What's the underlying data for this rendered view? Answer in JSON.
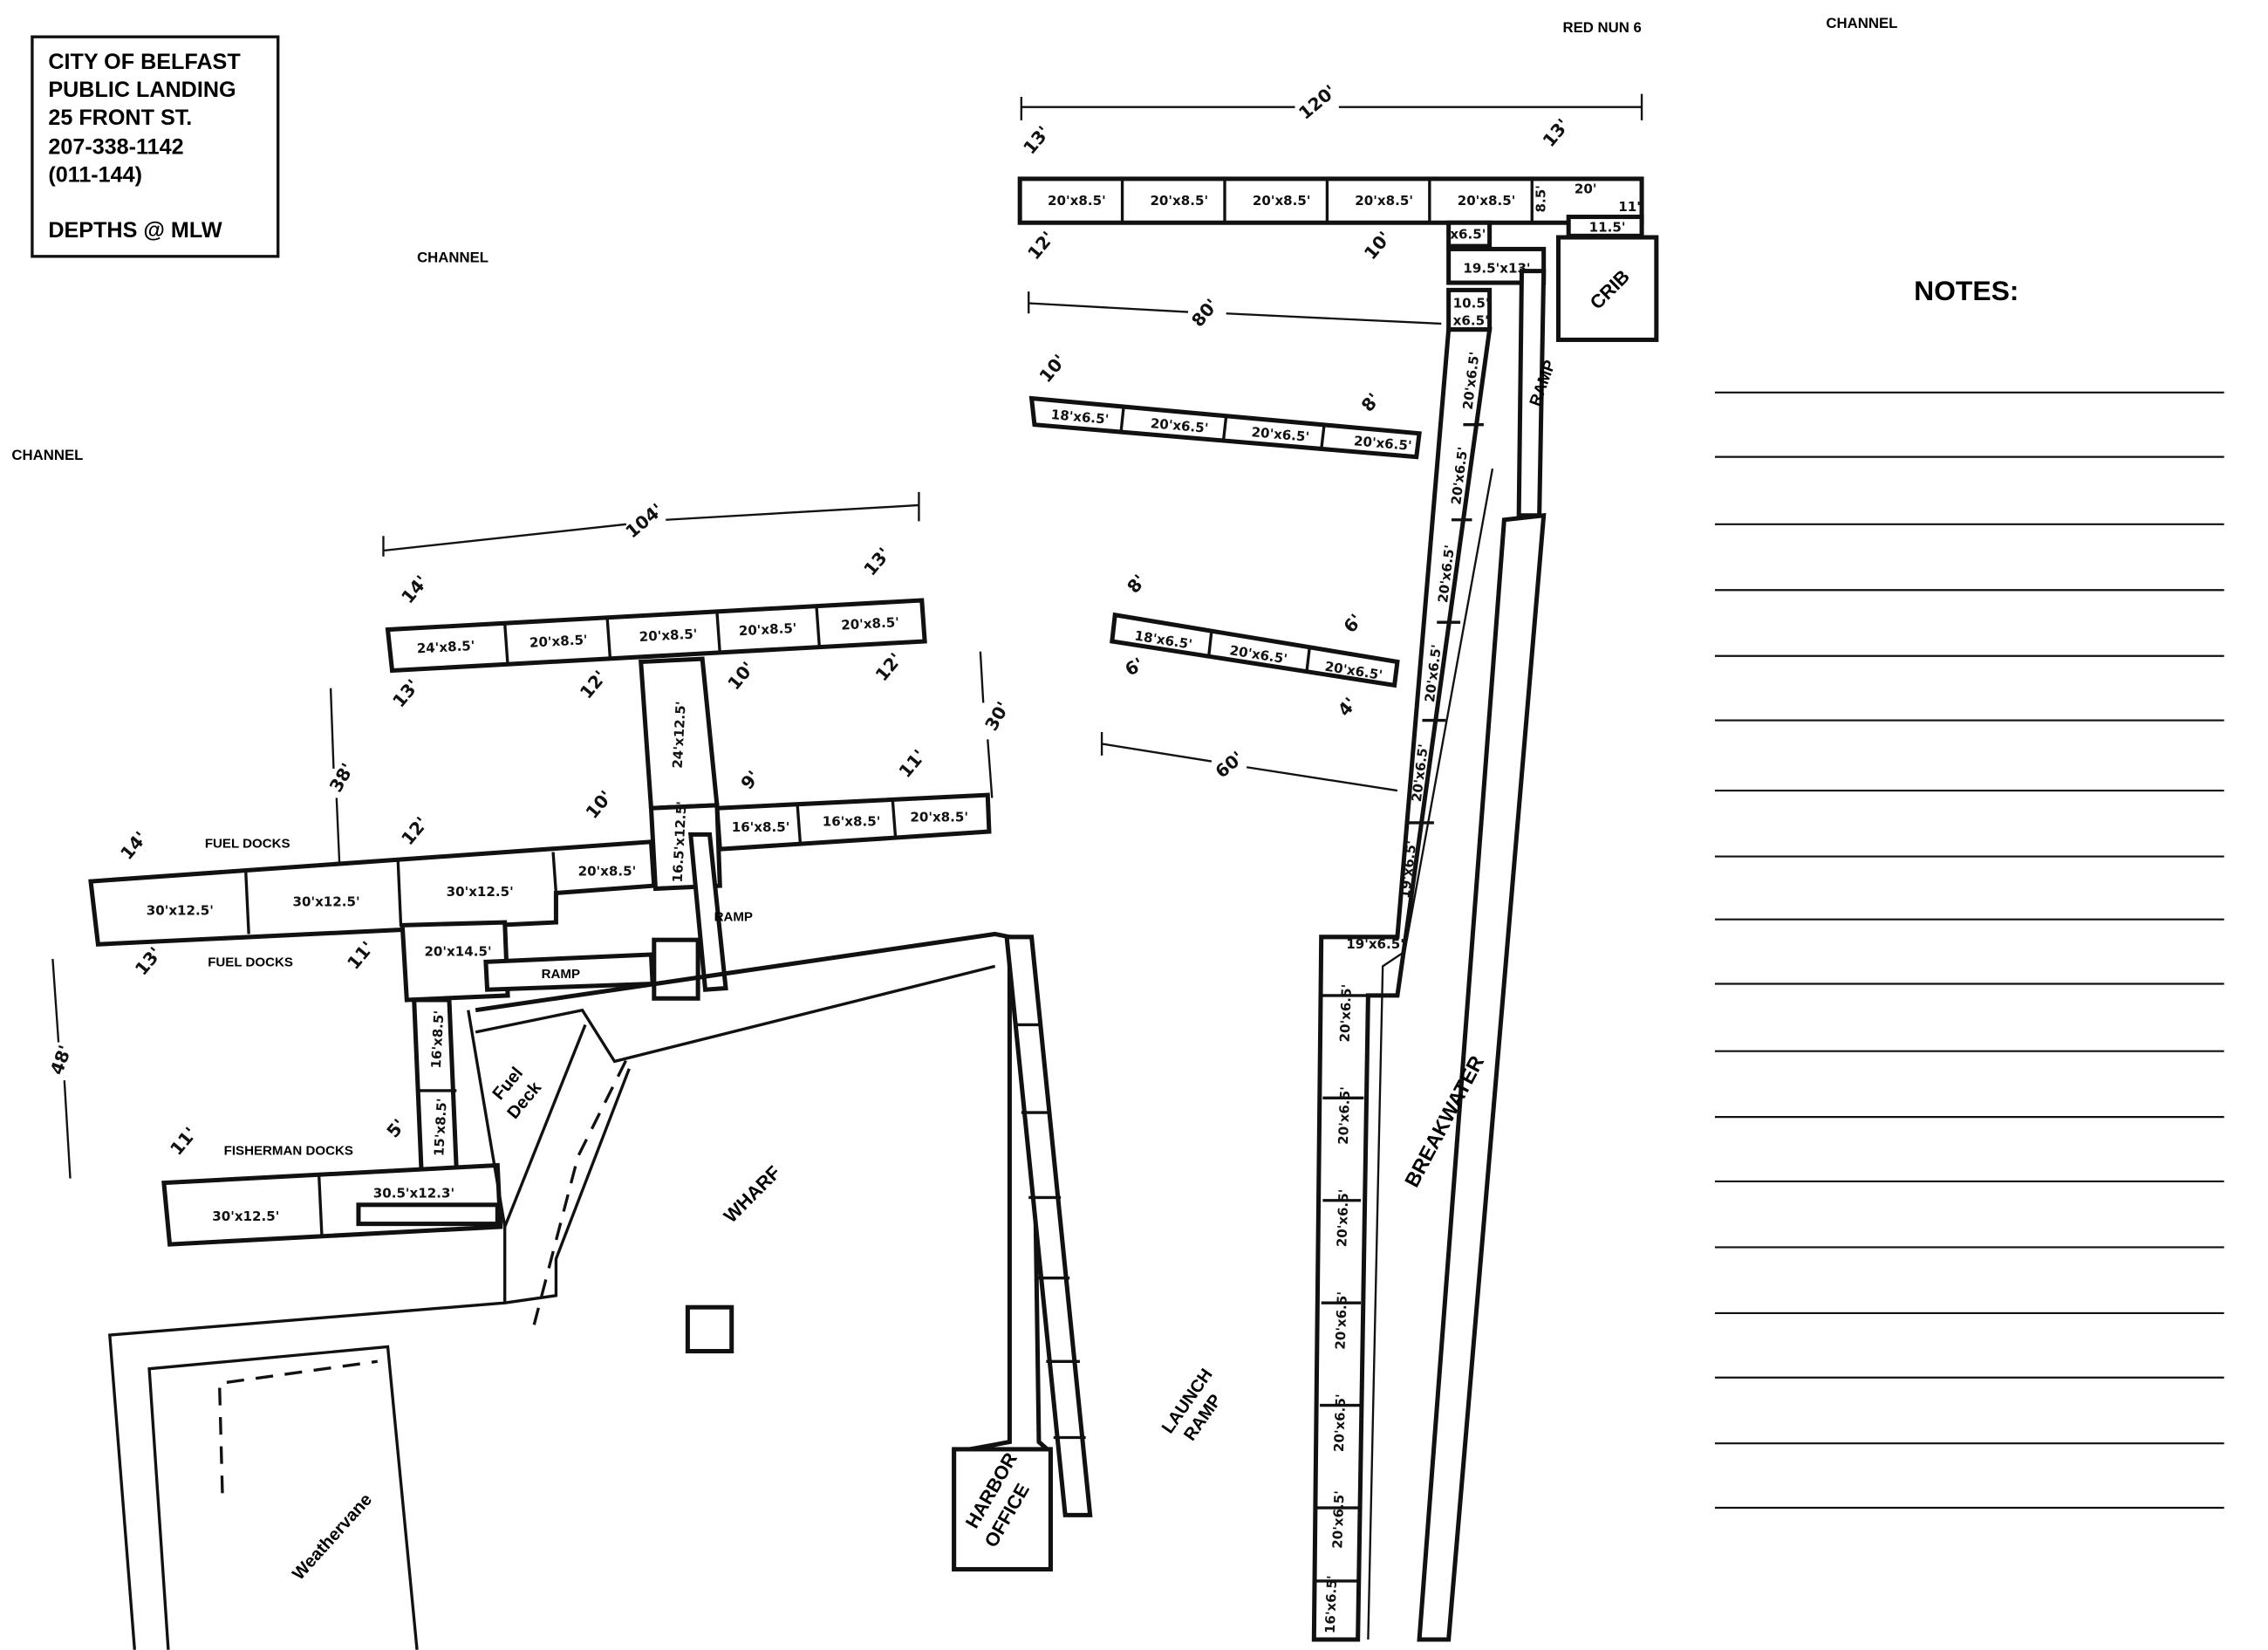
{
  "info_box": {
    "line1": "CITY OF BELFAST",
    "line2": "PUBLIC LANDING",
    "line3": "25 FRONT ST.",
    "line4": "207-338-1142",
    "line5": "(011-144)",
    "line6": "DEPTHS @ MLW"
  },
  "labels": {
    "channel_top": "CHANNEL",
    "channel_left": "CHANNEL",
    "channel_right": "CHANNEL",
    "red_nun": "RED NUN 6",
    "notes": "NOTES:",
    "crib": "CRIB",
    "ramp_right": "RAMP",
    "breakwater": "BREAKWATER",
    "launch_ramp_1": "LAUNCH",
    "launch_ramp_2": "RAMP",
    "harbor_office_1": "HARBOR",
    "harbor_office_2": "OFFICE",
    "wharf": "WHARF",
    "fuel_deck_1": "Fuel",
    "fuel_deck_2": "Deck",
    "weathervane": "Weathervane",
    "fuel_docks_top": "FUEL DOCKS",
    "fuel_docks_bottom": "FUEL DOCKS",
    "fisherman_docks": "FISHERMAN DOCKS",
    "ramp_vertical": "RAMP",
    "ramp_horizontal": "RAMP"
  },
  "dimensions": {
    "d120": "120'",
    "d80": "80'",
    "d60": "60'",
    "d104": "104'",
    "d30": "30'",
    "d38": "38'",
    "d48": "48'"
  },
  "depths": {
    "tr_13a": "13'",
    "tr_13b": "13'",
    "tr_12": "12'",
    "tr_10": "10'",
    "m_10": "10'",
    "m_8": "8'",
    "l_8": "8'",
    "l_6a": "6'",
    "l_6b": "6'",
    "l_4": "4'",
    "t_14": "14'",
    "t_13a": "13'",
    "t_13b": "13'",
    "t_12a": "12'",
    "t_10": "10'",
    "t_12b": "12'",
    "s_9": "9'",
    "s_11": "11'",
    "f_14": "14'",
    "f_12": "12'",
    "f_10": "10'",
    "f_13": "13'",
    "f_11": "11'",
    "fi_11": "11'",
    "fi_5": "5'"
  },
  "slips": {
    "tr": [
      "20'x8.5'",
      "20'x8.5'",
      "20'x8.5'",
      "20'x8.5'",
      "20'x8.5'"
    ],
    "tr_small": [
      "8.5'",
      "20'",
      "11'",
      "11.5'",
      "x6.5'",
      "19.5'x13'",
      "10.5'",
      "x6.5'"
    ],
    "mid": [
      "18'x6.5'",
      "20'x6.5'",
      "20'x6.5'",
      "20'x6.5'"
    ],
    "low": [
      "18'x6.5'",
      "20'x6.5'",
      "20'x6.5'"
    ],
    "main": [
      "20'x6.5'",
      "20'x6.5'",
      "20'x6.5'",
      "20'x6.5'",
      "20'x6.5'",
      "19'x6.5'",
      "19'x6.5'",
      "20'x6.5'",
      "20'x6.5'",
      "20'x6.5'",
      "20'x6.5'",
      "20'x6.5'",
      "20'x6.5'",
      "16'x6.5'"
    ],
    "top_left": [
      "24'x8.5'",
      "20'x8.5'",
      "20'x8.5'",
      "20'x8.5'",
      "20'x8.5'"
    ],
    "connector": "24'x12.5'",
    "second": [
      "16'x8.5'",
      "16'x8.5'",
      "20'x8.5'"
    ],
    "connector2": "16.5'x12.5'",
    "fuel": [
      "30'x12.5'",
      "30'x12.5'",
      "30'x12.5'",
      "20'x8.5'"
    ],
    "fuel_box": "20'x14.5'",
    "finger": [
      "16'x8.5'",
      "15'x8.5'"
    ],
    "fisherman": [
      "30'x12.5'",
      "30.5'x12.3'"
    ]
  }
}
